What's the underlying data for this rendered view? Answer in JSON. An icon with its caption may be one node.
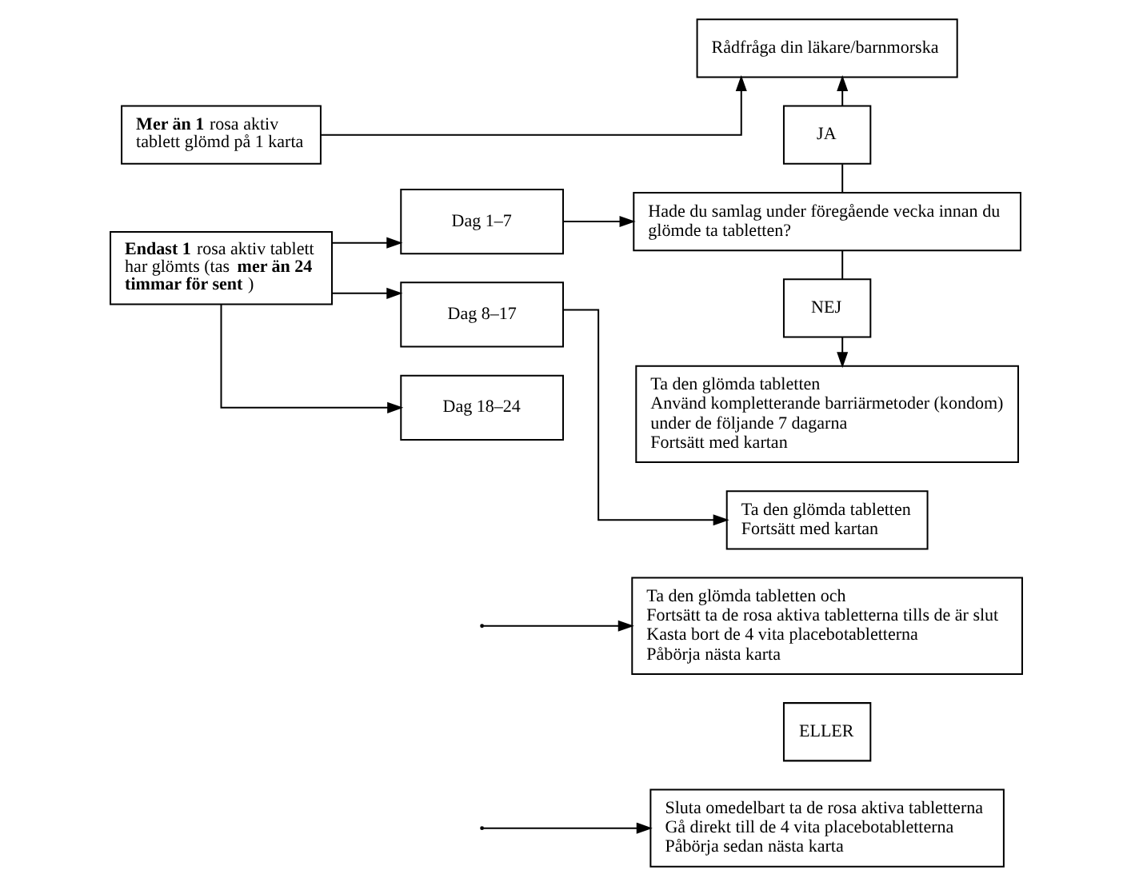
{
  "diagram": {
    "nodes": [
      {
        "text": [
          "**Mer än 1** rosa aktiv tablett glömd på 1 karta"
        ]
      },
      {
        "text": [
          "Rådfråga din läkare/barnmorska"
        ]
      },
      {
        "text": [
          "JA"
        ]
      },
      {
        "text": [
          "Dag 1–7"
        ]
      },
      {
        "text": [
          "Hade du samlag under föregående vecka innan du glömde ta tabletten?"
        ]
      },
      {
        "text": [
          "NEJ"
        ]
      },
      {
        "text": [
          "Ta den glömda tabletten",
          "Använd kompletterande barriärmetoder (kondom) under de följande 7 dagarna",
          "Fortsätt med kartan"
        ]
      },
      {
        "text": [
          "**Endast 1** rosa aktiv tablett har glömts (tas **mer än 24 timmar för sent**)"
        ]
      },
      {
        "text": [
          "Dag 8–17"
        ]
      },
      {
        "text": [
          "Ta den glömda tabletten",
          "Fortsätt med kartan"
        ]
      },
      {
        "text": [
          "Dag 18–24"
        ]
      },
      {
        "text": [
          "Ta den glömda tabletten och",
          "Fortsätt ta de rosa aktiva tabletterna tills de är slut",
          "Kasta bort de 4 vita placebotabletterna",
          "Påbörja nästa karta"
        ]
      },
      {
        "text": [
          "ELLER"
        ]
      },
      {
        "text": [
          "Sluta omedelbart ta de rosa aktiva tabletterna",
          "Gå direkt till de 4 vita placebotabletterna",
          "Påbörja sedan nästa karta"
        ]
      }
    ],
    "edges": [
      {
        "from": 0,
        "to": 1,
        "arrow": "to"
      },
      {
        "from": 4,
        "to": 2,
        "arrow": "none"
      },
      {
        "from": 2,
        "to": 1,
        "arrow": "to"
      },
      {
        "from": 4,
        "to": 5,
        "arrow": "none"
      },
      {
        "from": 5,
        "to": 6,
        "arrow": "to"
      },
      {
        "from": 7,
        "to": 3,
        "arrow": "to"
      },
      {
        "from": 7,
        "to": 8,
        "arrow": "to"
      },
      {
        "from": 7,
        "to": 10,
        "arrow": "to"
      },
      {
        "from": 3,
        "to": 4,
        "arrow": "to"
      },
      {
        "from": 8,
        "to": 9,
        "arrow": "to"
      },
      {
        "from": null,
        "to": 11,
        "arrow": "to"
      },
      {
        "from": null,
        "to": 13,
        "arrow": "to"
      }
    ]
  }
}
